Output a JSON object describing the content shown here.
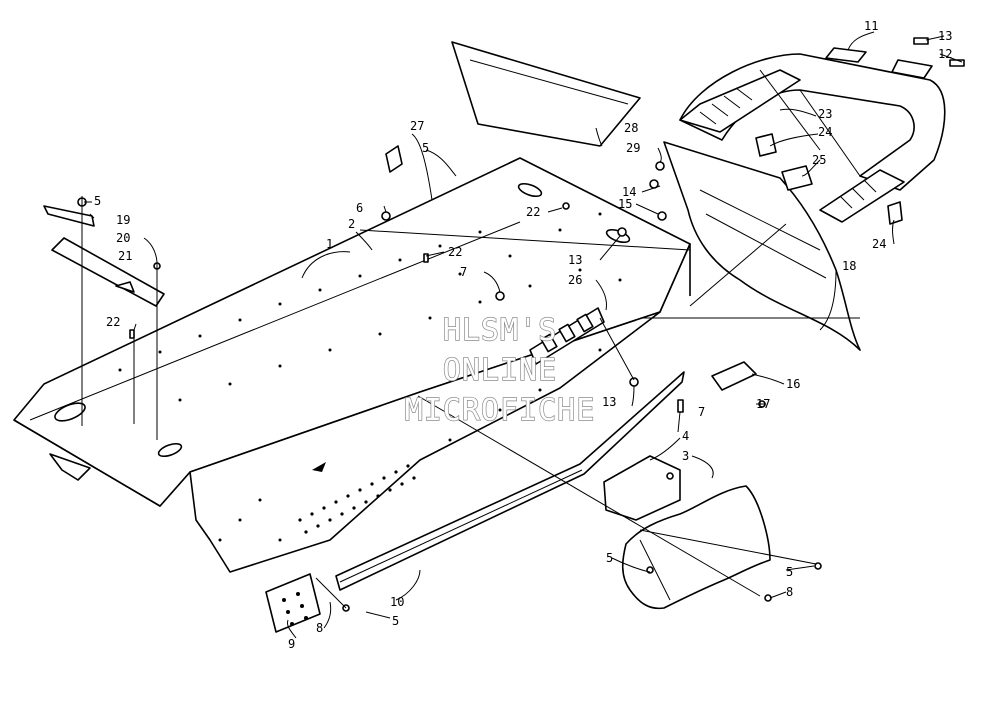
{
  "watermark": {
    "line1": "HLSM'S",
    "line2": "ONLINE",
    "line3": "MICROFICHE"
  },
  "callouts": [
    {
      "id": "c1",
      "label": "1"
    },
    {
      "id": "c2",
      "label": "2"
    },
    {
      "id": "c3",
      "label": "3"
    },
    {
      "id": "c4",
      "label": "4"
    },
    {
      "id": "c5a",
      "label": "5"
    },
    {
      "id": "c5b",
      "label": "5"
    },
    {
      "id": "c5c",
      "label": "5"
    },
    {
      "id": "c5d",
      "label": "5"
    },
    {
      "id": "c5e",
      "label": "5"
    },
    {
      "id": "c6",
      "label": "6"
    },
    {
      "id": "c7a",
      "label": "7"
    },
    {
      "id": "c7b",
      "label": "7"
    },
    {
      "id": "c8a",
      "label": "8"
    },
    {
      "id": "c8b",
      "label": "8"
    },
    {
      "id": "c9",
      "label": "9"
    },
    {
      "id": "c10",
      "label": "10"
    },
    {
      "id": "c11",
      "label": "11"
    },
    {
      "id": "c12",
      "label": "12"
    },
    {
      "id": "c13a",
      "label": "13"
    },
    {
      "id": "c13b",
      "label": "13"
    },
    {
      "id": "c13c",
      "label": "13"
    },
    {
      "id": "c14",
      "label": "14"
    },
    {
      "id": "c15",
      "label": "15"
    },
    {
      "id": "c16",
      "label": "16"
    },
    {
      "id": "c17",
      "label": "17"
    },
    {
      "id": "c18",
      "label": "18"
    },
    {
      "id": "c19",
      "label": "19"
    },
    {
      "id": "c20",
      "label": "20"
    },
    {
      "id": "c21",
      "label": "21"
    },
    {
      "id": "c22a",
      "label": "22"
    },
    {
      "id": "c22b",
      "label": "22"
    },
    {
      "id": "c22c",
      "label": "22"
    },
    {
      "id": "c23",
      "label": "23"
    },
    {
      "id": "c24a",
      "label": "24"
    },
    {
      "id": "c24b",
      "label": "24"
    },
    {
      "id": "c25",
      "label": "25"
    },
    {
      "id": "c26",
      "label": "26"
    },
    {
      "id": "c27",
      "label": "27"
    },
    {
      "id": "c28",
      "label": "28"
    },
    {
      "id": "c29",
      "label": "29"
    }
  ]
}
